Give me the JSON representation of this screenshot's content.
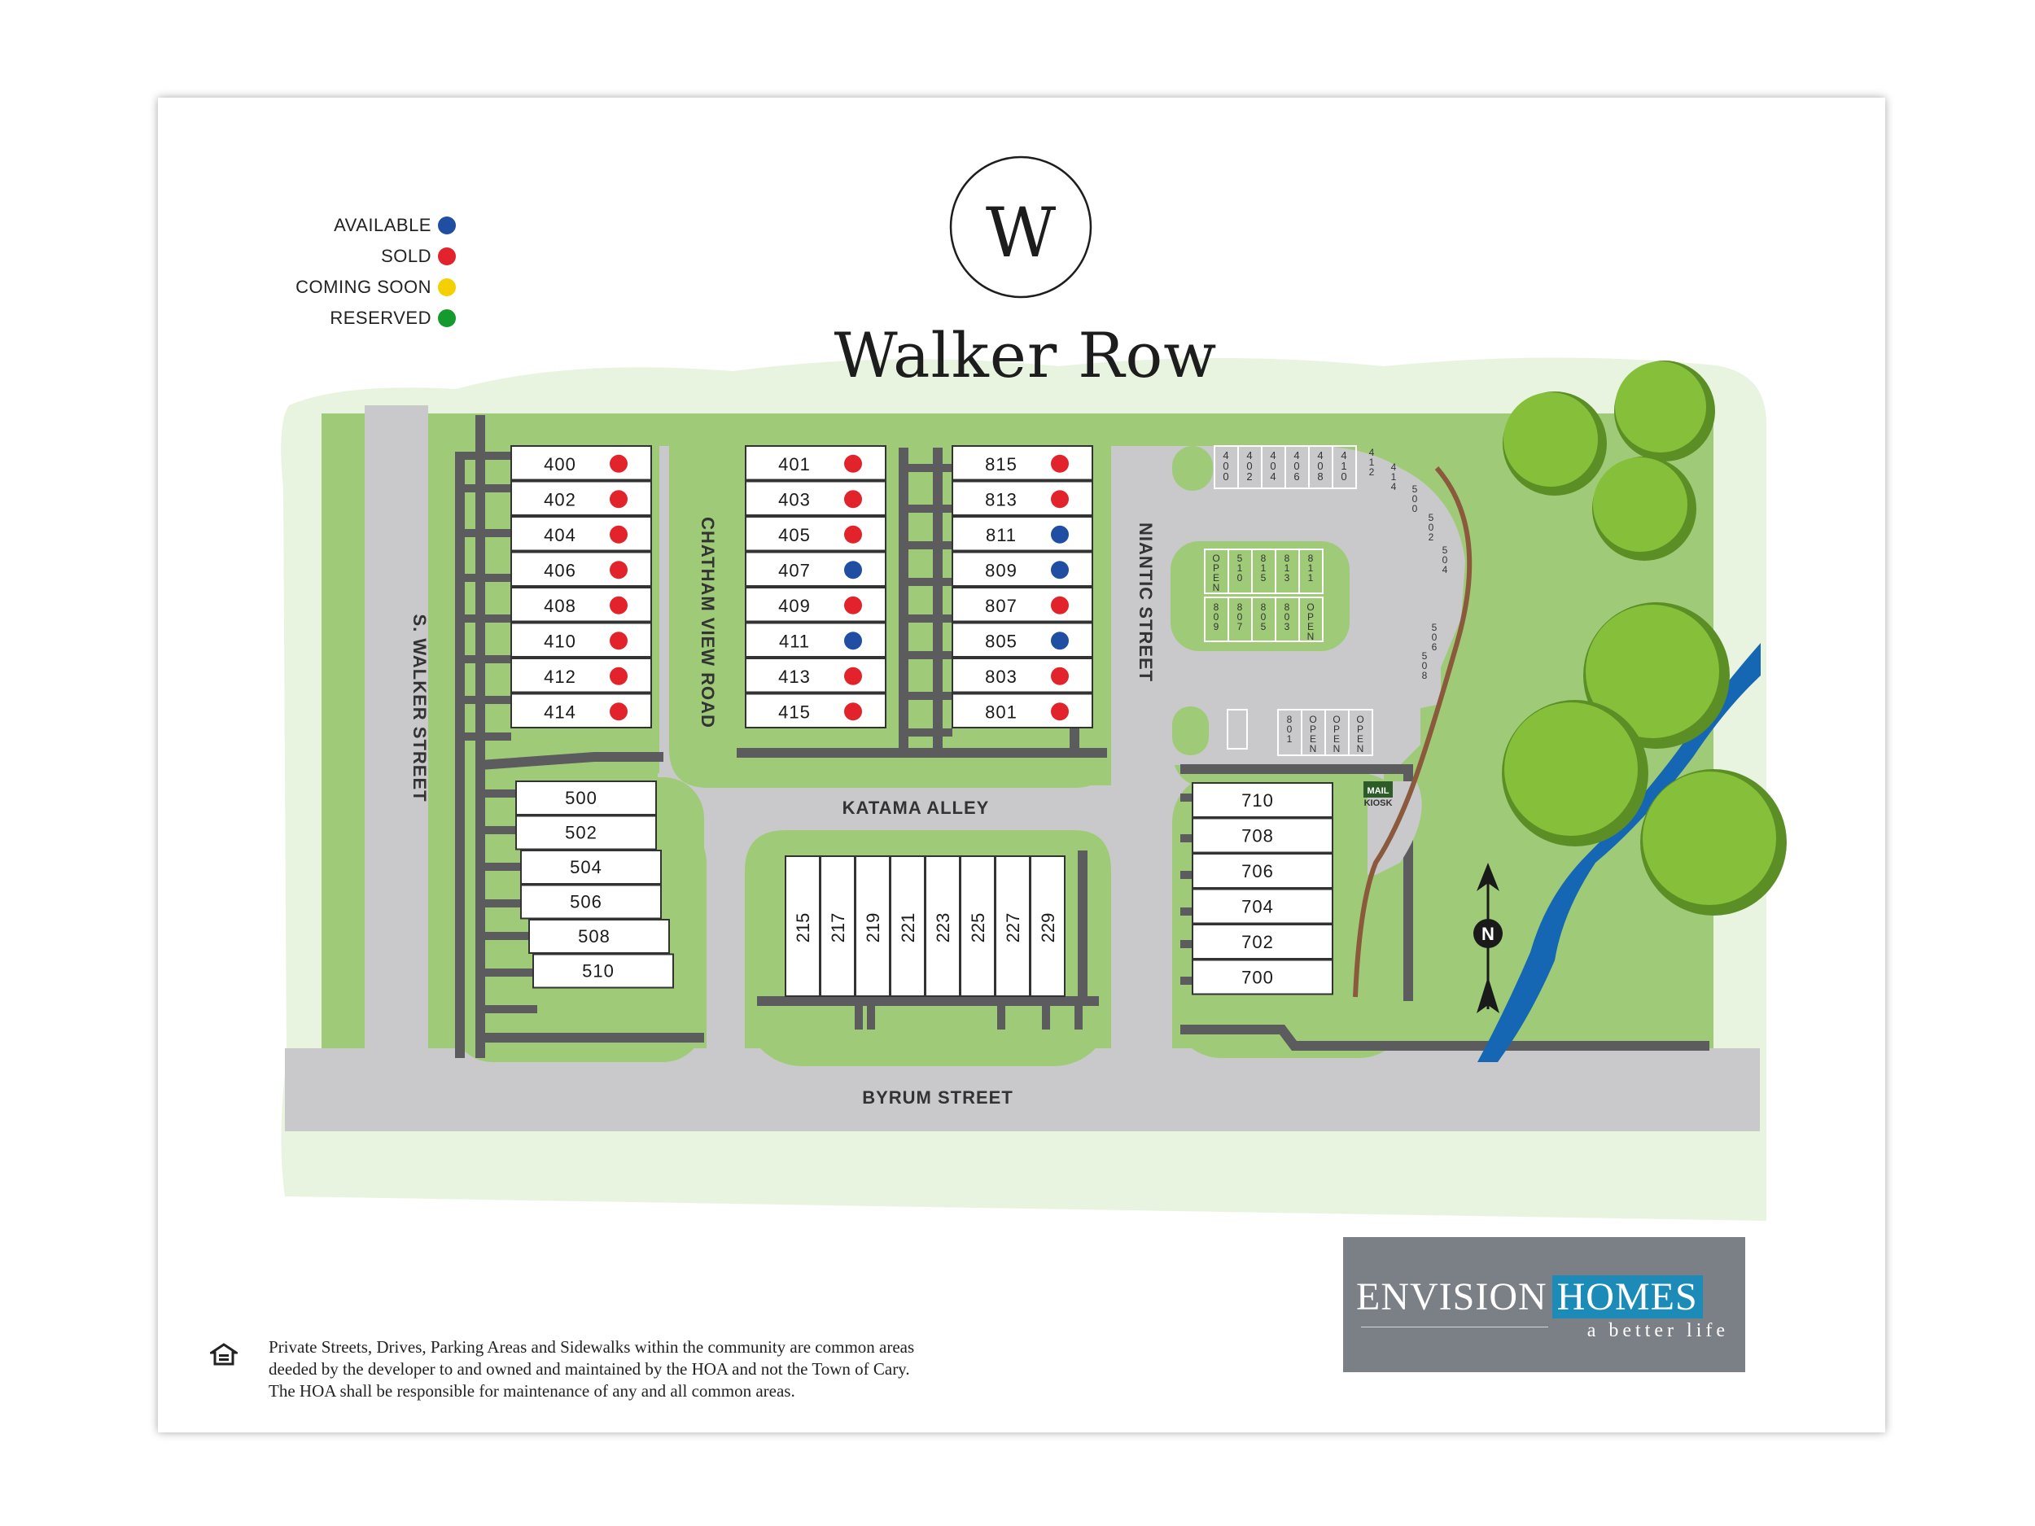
{
  "title": "Walker Row",
  "logo_letter": "W",
  "legend": [
    {
      "label": "AVAILABLE",
      "color": "#1f4ea3"
    },
    {
      "label": "SOLD",
      "color": "#e3232b"
    },
    {
      "label": "COMING SOON",
      "color": "#f5d000"
    },
    {
      "label": "RESERVED",
      "color": "#159a2e"
    }
  ],
  "status_colors": {
    "available": "#1f4ea3",
    "sold": "#e3232b"
  },
  "streets": {
    "s_walker": "S. WALKER STREET",
    "chatham": "CHATHAM VIEW ROAD",
    "niantic": "NIANTIC STREET",
    "katama": "KATAMA ALLEY",
    "byrum": "BYRUM STREET"
  },
  "block_400": [
    {
      "lot": "400",
      "status": "sold"
    },
    {
      "lot": "402",
      "status": "sold"
    },
    {
      "lot": "404",
      "status": "sold"
    },
    {
      "lot": "406",
      "status": "sold"
    },
    {
      "lot": "408",
      "status": "sold"
    },
    {
      "lot": "410",
      "status": "sold"
    },
    {
      "lot": "412",
      "status": "sold"
    },
    {
      "lot": "414",
      "status": "sold"
    }
  ],
  "block_401": [
    {
      "lot": "401",
      "status": "sold"
    },
    {
      "lot": "403",
      "status": "sold"
    },
    {
      "lot": "405",
      "status": "sold"
    },
    {
      "lot": "407",
      "status": "available"
    },
    {
      "lot": "409",
      "status": "sold"
    },
    {
      "lot": "411",
      "status": "available"
    },
    {
      "lot": "413",
      "status": "sold"
    },
    {
      "lot": "415",
      "status": "sold"
    }
  ],
  "block_800": [
    {
      "lot": "815",
      "status": "sold"
    },
    {
      "lot": "813",
      "status": "sold"
    },
    {
      "lot": "811",
      "status": "available"
    },
    {
      "lot": "809",
      "status": "available"
    },
    {
      "lot": "807",
      "status": "sold"
    },
    {
      "lot": "805",
      "status": "available"
    },
    {
      "lot": "803",
      "status": "sold"
    },
    {
      "lot": "801",
      "status": "sold"
    }
  ],
  "block_500": [
    "500",
    "502",
    "504",
    "506",
    "508",
    "510"
  ],
  "block_200": [
    "215",
    "217",
    "219",
    "221",
    "223",
    "225",
    "227",
    "229"
  ],
  "block_700": [
    "710",
    "708",
    "706",
    "704",
    "702",
    "700"
  ],
  "parking_top": [
    "400",
    "402",
    "404",
    "406",
    "408",
    "410"
  ],
  "parking_arc": [
    "412",
    "414",
    "500",
    "502",
    "504"
  ],
  "parking_right": [
    "506",
    "508"
  ],
  "parking_island_top": [
    "OPEN",
    "510",
    "815",
    "813",
    "811"
  ],
  "parking_island_bottom": [
    "809",
    "807",
    "805",
    "803",
    "OPEN"
  ],
  "parking_bottom": [
    "801",
    "OPEN",
    "OPEN",
    "OPEN"
  ],
  "mail_kiosk": [
    "MAIL",
    "KIOSK"
  ],
  "compass": "N",
  "brand": {
    "name": "ENVISION",
    "name2": "HOMES",
    "tagline": "a better life"
  },
  "disclaimer": [
    "Private Streets, Drives, Parking Areas and Sidewalks within the community are common areas",
    "deeded by the developer to and owned and maintained by the HOA and not the Town of Cary.",
    "The HOA shall be responsible for maintenance of any and all common areas."
  ]
}
